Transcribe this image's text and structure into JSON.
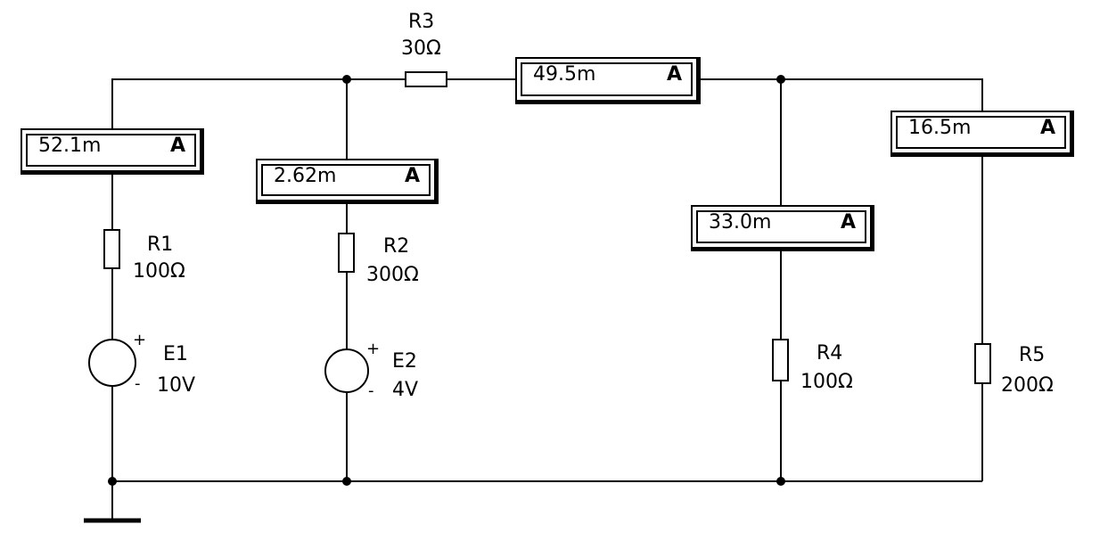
{
  "components": {
    "r1": {
      "name": "R1",
      "value": "100Ω"
    },
    "r2": {
      "name": "R2",
      "value": "300Ω"
    },
    "r3": {
      "name": "R3",
      "value": "30Ω"
    },
    "r4": {
      "name": "R4",
      "value": "100Ω"
    },
    "r5": {
      "name": "R5",
      "value": "200Ω"
    },
    "e1": {
      "name": "E1",
      "value": "10V"
    },
    "e2": {
      "name": "E2",
      "value": "4V"
    }
  },
  "source_polarity": {
    "plus": "+",
    "minus": "-"
  },
  "ammeters": {
    "a1": {
      "value": "52.1m",
      "unit": "A"
    },
    "a2": {
      "value": "2.62m",
      "unit": "A"
    },
    "a3": {
      "value": "49.5m",
      "unit": "A"
    },
    "a4": {
      "value": "33.0m",
      "unit": "A"
    },
    "a5": {
      "value": "16.5m",
      "unit": "A"
    }
  }
}
